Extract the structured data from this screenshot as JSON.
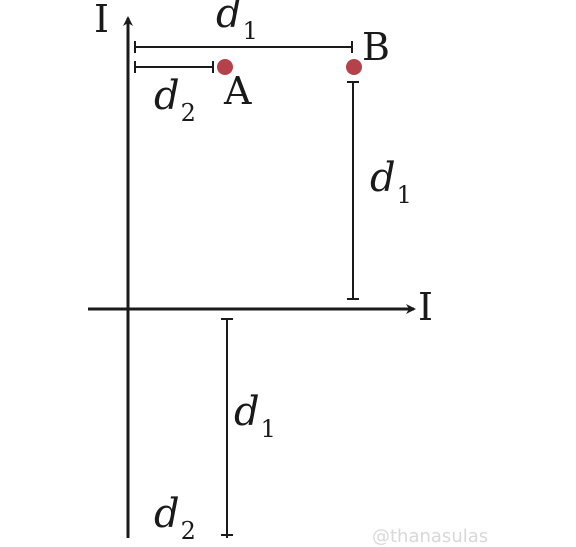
{
  "axes": {
    "vertical_current": "I",
    "horizontal_current": "I"
  },
  "points": {
    "a": {
      "label": "A",
      "color": "#b5424a"
    },
    "b": {
      "label": "B",
      "color": "#b5424a"
    }
  },
  "distances": {
    "top_d1": {
      "symbol": "d",
      "subscript": "1"
    },
    "top_d2": {
      "symbol": "d",
      "subscript": "2"
    },
    "right_d1": {
      "symbol": "d",
      "subscript": "1"
    },
    "lower_d1": {
      "symbol": "d",
      "subscript": "1"
    },
    "lower_d2": {
      "symbol": "d",
      "subscript": "2"
    }
  },
  "watermark": "@thanasulas"
}
